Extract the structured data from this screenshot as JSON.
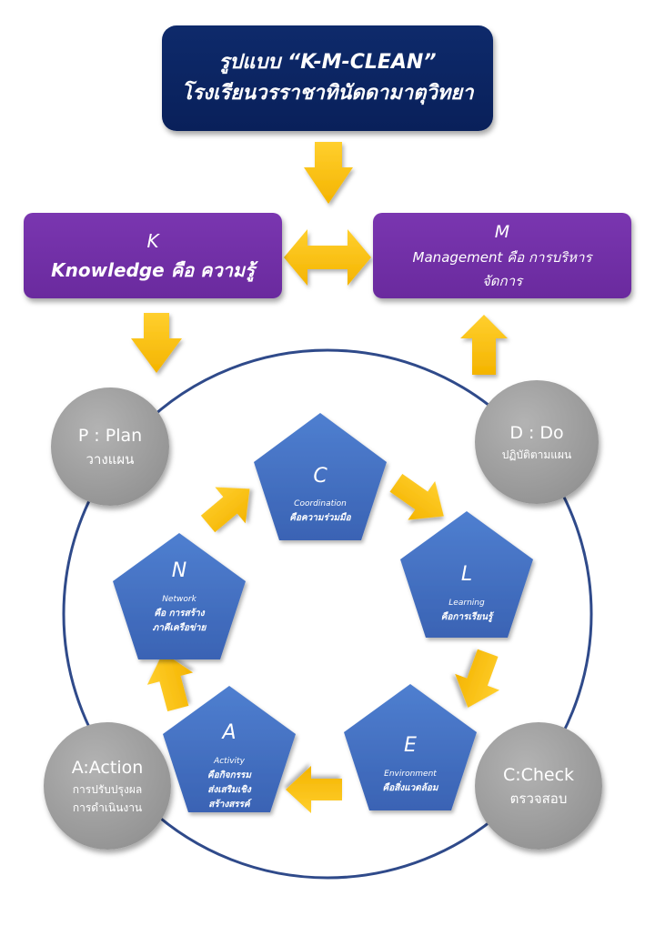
{
  "title": {
    "line1": "รูปแบบ “K-M-CLEAN”",
    "line2": "โรงเรียนวรราชาทินัดดามาตุวิทยา"
  },
  "k_box": {
    "letter": "K",
    "text": "Knowledge คือ ความรู้"
  },
  "m_box": {
    "letter": "M",
    "line1": "Management คือ การบริหาร",
    "line2": "จัดการ"
  },
  "pdca": {
    "plan": {
      "title": "P : Plan",
      "subtitle": "วางแผน"
    },
    "do": {
      "title": "D : Do",
      "subtitle": "ปฏิบัติตามแผน"
    },
    "check": {
      "title": "C:Check",
      "subtitle": "ตรวจสอบ"
    },
    "action": {
      "title": "A:Action",
      "line1": "การปรับปรุงผล",
      "line2": "การดำเนินงาน"
    }
  },
  "pentagons": {
    "c": {
      "letter": "C",
      "en": "Coordination",
      "th1": "คือความร่วมมือ"
    },
    "l": {
      "letter": "L",
      "en": "Learning",
      "th1": "คือการเรียนรู้"
    },
    "e": {
      "letter": "E",
      "en": "Environment",
      "th1": "คือสิ่งแวดล้อม"
    },
    "a": {
      "letter": "A",
      "en": "Activity",
      "th1": "คือกิจกรรม",
      "th2": "ส่งเสริมเชิง",
      "th3": "สร้างสรรค์"
    },
    "n": {
      "letter": "N",
      "en": "Network",
      "th1": "คือ การสร้าง",
      "th2": "ภาคีเครือข่าย"
    }
  },
  "colors": {
    "navy": "#0b2460",
    "purple": "#7030a0",
    "blue": "#4472c4",
    "gray": "#9a9a9a",
    "arrow": "#ffc000",
    "ring": "#2f4a8a"
  }
}
